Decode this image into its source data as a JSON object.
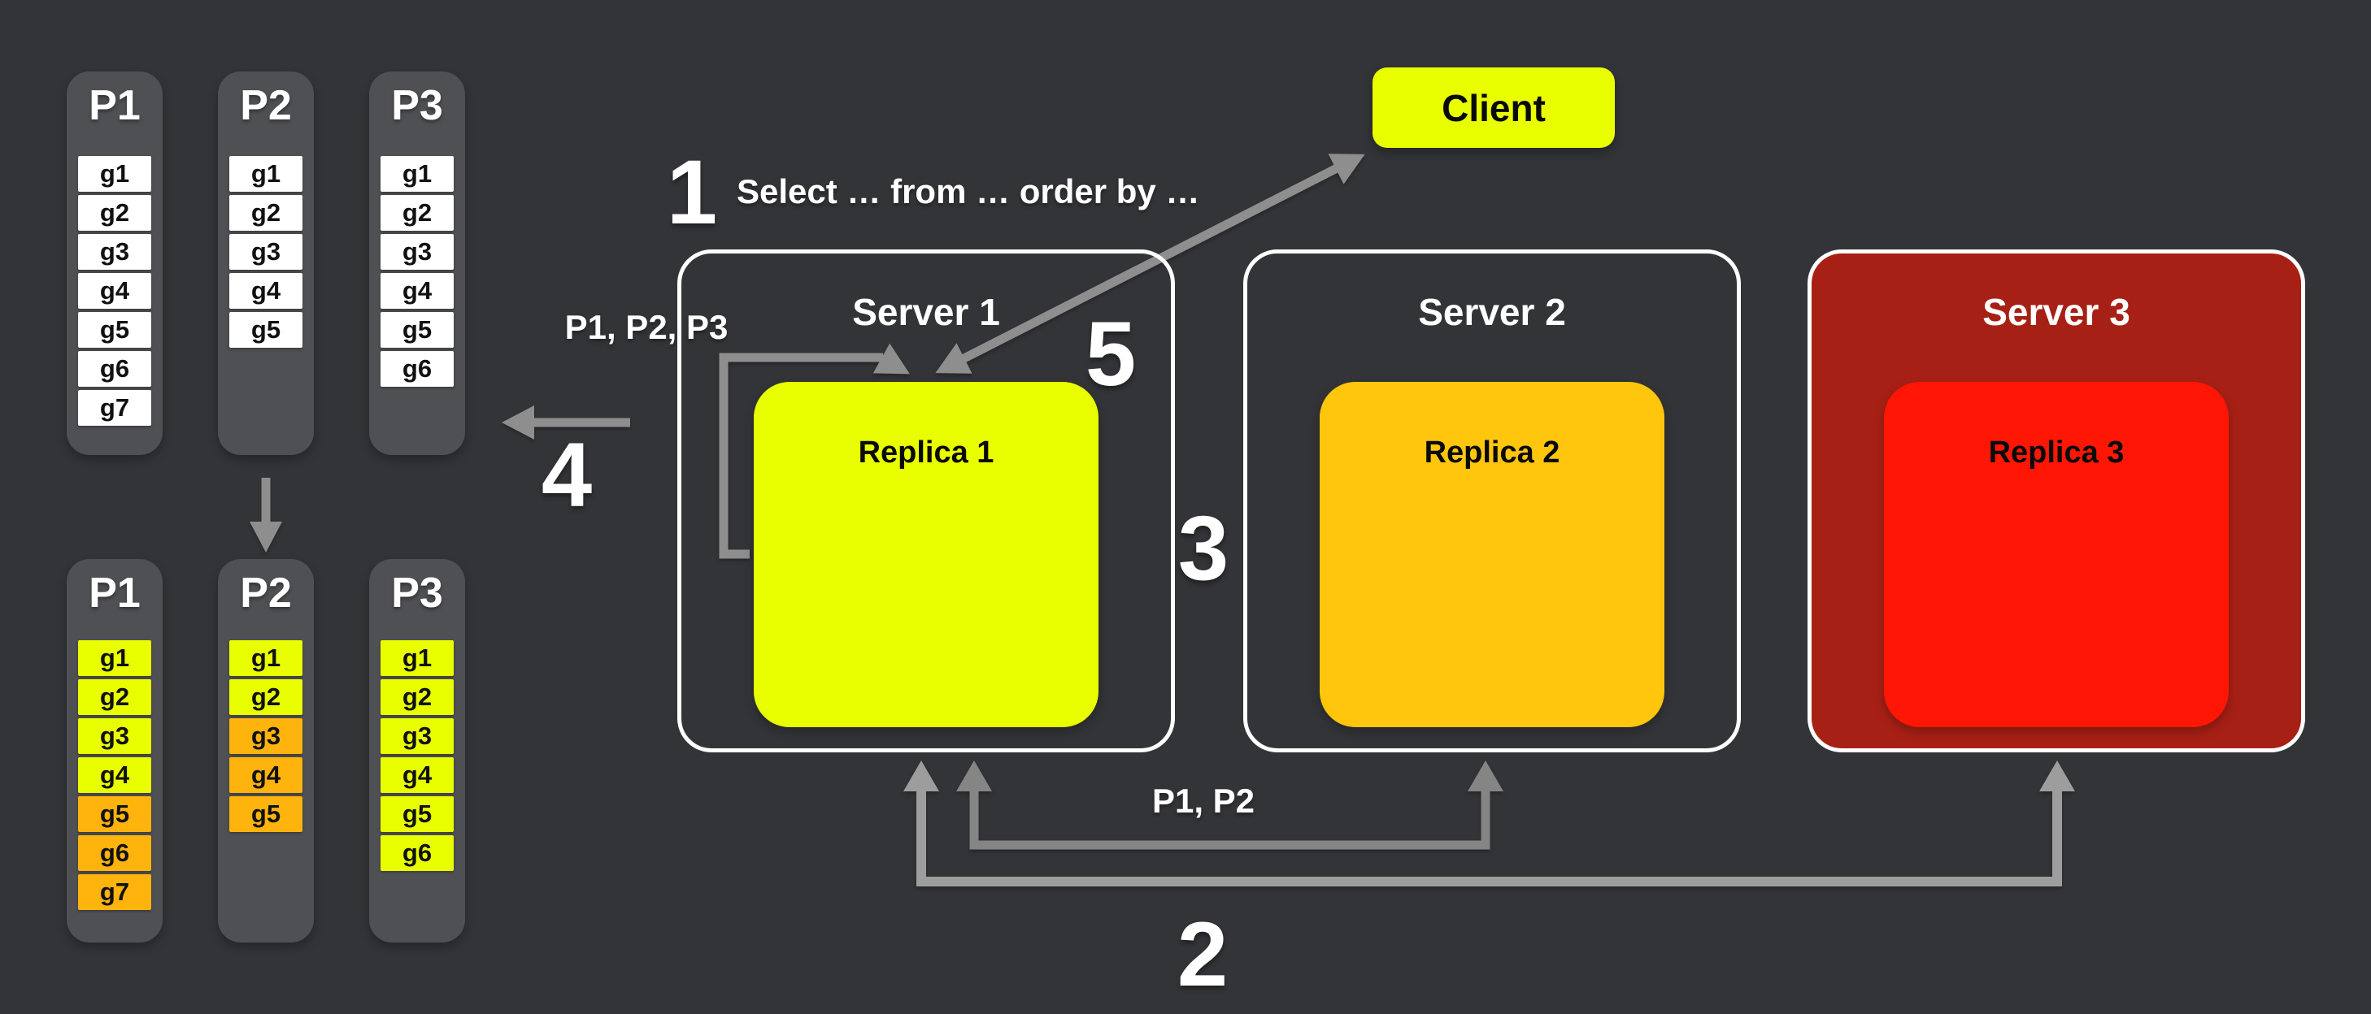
{
  "colors": {
    "bg": "#333437",
    "panel": "#4F5053",
    "yellow": "#E9FF00",
    "amber": "#FFC60D",
    "orange": "#FFB30D",
    "red": "#FF1605",
    "dark_red": "#A72015",
    "arrow": "#8E8E8E",
    "arrow_dark": "#858585",
    "arrow_light": "#9D9D9D"
  },
  "client": {
    "label": "Client"
  },
  "steps": {
    "s1": "1",
    "s2": "2",
    "s3": "3",
    "s4": "4",
    "s5": "5"
  },
  "annotations": {
    "query": "Select … from … order by …",
    "merge_partitions": "P1, P2, P3",
    "scatter_partitions": "P1, P2"
  },
  "servers": [
    {
      "name": "Server 1",
      "replica": "Replica 1",
      "replica_color": "yellow",
      "filled": false
    },
    {
      "name": "Server 2",
      "replica": "Replica 2",
      "replica_color": "amber",
      "filled": false
    },
    {
      "name": "Server 3",
      "replica": "Replica 3",
      "replica_color": "red",
      "filled": true
    }
  ],
  "partition_groups": [
    {
      "id": "unsorted",
      "columns": [
        {
          "name": "P1",
          "cells": [
            {
              "t": "g1",
              "c": "white"
            },
            {
              "t": "g2",
              "c": "white"
            },
            {
              "t": "g3",
              "c": "white"
            },
            {
              "t": "g4",
              "c": "white"
            },
            {
              "t": "g5",
              "c": "white"
            },
            {
              "t": "g6",
              "c": "white"
            },
            {
              "t": "g7",
              "c": "white"
            }
          ]
        },
        {
          "name": "P2",
          "cells": [
            {
              "t": "g1",
              "c": "white"
            },
            {
              "t": "g2",
              "c": "white"
            },
            {
              "t": "g3",
              "c": "white"
            },
            {
              "t": "g4",
              "c": "white"
            },
            {
              "t": "g5",
              "c": "white"
            }
          ]
        },
        {
          "name": "P3",
          "cells": [
            {
              "t": "g1",
              "c": "white"
            },
            {
              "t": "g2",
              "c": "white"
            },
            {
              "t": "g3",
              "c": "white"
            },
            {
              "t": "g4",
              "c": "white"
            },
            {
              "t": "g5",
              "c": "white"
            },
            {
              "t": "g6",
              "c": "white"
            }
          ]
        }
      ]
    },
    {
      "id": "sorted",
      "columns": [
        {
          "name": "P1",
          "cells": [
            {
              "t": "g1",
              "c": "yellow"
            },
            {
              "t": "g2",
              "c": "yellow"
            },
            {
              "t": "g3",
              "c": "yellow"
            },
            {
              "t": "g4",
              "c": "yellow"
            },
            {
              "t": "g5",
              "c": "orange"
            },
            {
              "t": "g6",
              "c": "orange"
            },
            {
              "t": "g7",
              "c": "orange"
            }
          ]
        },
        {
          "name": "P2",
          "cells": [
            {
              "t": "g1",
              "c": "yellow"
            },
            {
              "t": "g2",
              "c": "yellow"
            },
            {
              "t": "g3",
              "c": "orange"
            },
            {
              "t": "g4",
              "c": "orange"
            },
            {
              "t": "g5",
              "c": "orange"
            }
          ]
        },
        {
          "name": "P3",
          "cells": [
            {
              "t": "g1",
              "c": "yellow"
            },
            {
              "t": "g2",
              "c": "yellow"
            },
            {
              "t": "g3",
              "c": "yellow"
            },
            {
              "t": "g4",
              "c": "yellow"
            },
            {
              "t": "g5",
              "c": "yellow"
            },
            {
              "t": "g6",
              "c": "yellow"
            }
          ]
        }
      ]
    }
  ]
}
